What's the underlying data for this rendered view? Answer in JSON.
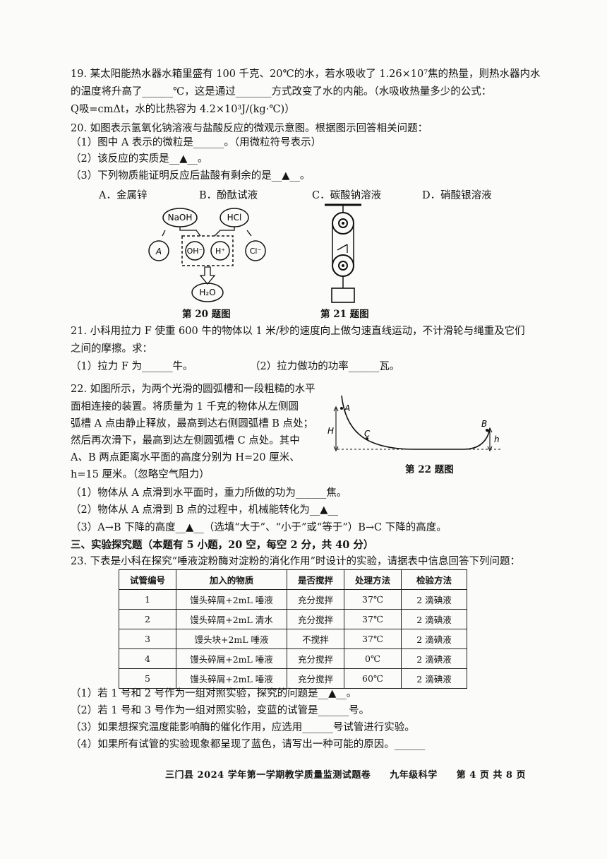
{
  "q19": {
    "line1": "19. 某太阳能热水器水箱里盛有 100 千克、20℃的水，若水吸收了 1.26×10⁷焦的热量，则热水器内水",
    "line2": "的温度将升高了______℃，这是通过_______方式改变了水的内能。（水吸收热量多少的公式：",
    "line3": "Q吸=cmΔt，水的比热容为 4.2×10³J/(kg·℃)）"
  },
  "q20": {
    "stem": "20. 如图表示氢氧化钠溶液与盐酸反应的微观示意图。根据图示回答相关问题：",
    "sub1": "（1）图中 A 表示的微粒是______。（用微粒符号表示）",
    "sub2": "（2）该反应的实质是__▲__。",
    "sub3": "（3）下列物质能证明反应后盐酸有剩余的是__▲__。",
    "options": [
      "A．金属锌",
      "B．酚酞试液",
      "C．碳酸钠溶液",
      "D．硝酸银溶液"
    ],
    "diagram": {
      "naoh": "NaOH",
      "hcl": "HCl",
      "a": "A",
      "oh": "OH⁻",
      "h": "H⁺",
      "cl": "Cl⁻",
      "h2o": "H₂O"
    },
    "caption": "第 20 题图"
  },
  "q21": {
    "caption": "第 21 题图",
    "line1": "21. 小科用拉力 F 使重 600 牛的物体以 1 米/秒的速度向上做匀速直线运动，不计滑轮与绳重及它们",
    "line2": "之间的摩擦。求：",
    "sub1": "（1）拉力 F 为______牛。",
    "sub2": "（2）拉力做功的功率______瓦。"
  },
  "q22": {
    "line1": "22. 如图所示，为两个光滑的圆弧槽和一段粗糙的水平",
    "line2": "面相连接的装置。将质量为 1 千克的物体从左侧圆",
    "line3": "弧槽 A 点由静止释放，最高到达右侧圆弧槽 B 点处；",
    "line4": "然后再次滑下，最高到达左侧圆弧槽 C 点处。其中",
    "line5": "A、B 两点距离水平面的高度分别为 H=20 厘米、",
    "line6": "h=15 厘米。（忽略空气阻力）",
    "sub1": "（1）物体从 A 点滑到水平面时，重力所做的功为______焦。",
    "sub2": "（2）物体从 A 点滑到 B 点的过程中，机械能转化为__▲__",
    "sub3": "（3）A→B 下降的高度__▲__（选填“大于”、“小于”或“等于”）B→C 下降的高度。",
    "diagram": {
      "a": "A",
      "b": "B",
      "c": "C",
      "H": "H",
      "h": "h"
    },
    "caption": "第 22 题图"
  },
  "section3": "三、实验探究题（本题有 5 小题，20 空，每空 2 分，共 40 分）",
  "q23": {
    "stem": "23. 下表是小科在探究“唾液淀粉酶对淀粉的消化作用”时设计的实验，请据表中信息回答下列问题：",
    "table": {
      "headers": [
        "试管编号",
        "加入的物质",
        "是否搅拌",
        "处理方法",
        "检验方法"
      ],
      "rows": [
        [
          "1",
          "馒头碎屑+2mL 唾液",
          "充分搅拌",
          "37℃",
          "2 滴碘液"
        ],
        [
          "2",
          "馒头碎屑+2mL 清水",
          "充分搅拌",
          "37℃",
          "2 滴碘液"
        ],
        [
          "3",
          "馒头块+2mL 唾液",
          "不搅拌",
          "37℃",
          "2 滴碘液"
        ],
        [
          "4",
          "馒头碎屑+2mL 唾液",
          "充分搅拌",
          "0℃",
          "2 滴碘液"
        ],
        [
          "5",
          "馒头碎屑+2mL 唾液",
          "充分搅拌",
          "60℃",
          "2 滴碘液"
        ]
      ]
    },
    "sub1": "（1）若 1 号和 2 号作为一组对照实验，探究的问题是__▲__。",
    "sub2": "（2）若 1 号和 3 号作为一组对照实验，变蓝的试管是______号。",
    "sub3": "（3）如果想探究温度能影响酶的催化作用，应选用______号试管进行实验。",
    "sub4": "（4）如果所有试管的实验现象都呈现了蓝色，请写出一种可能的原因。______"
  },
  "footer": "三门县 2024 学年第一学期教学质量监测试题卷　　九年级科学　　第 4 页 共 8 页"
}
